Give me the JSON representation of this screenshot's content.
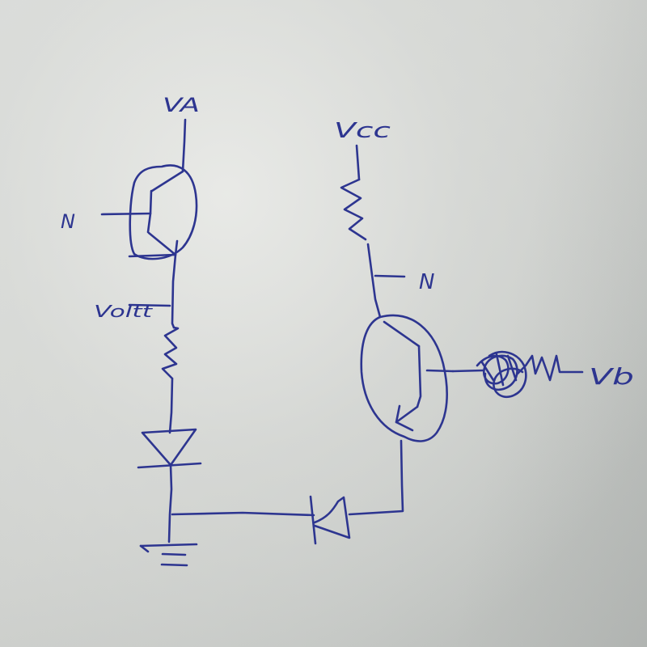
{
  "diagram": {
    "type": "hand-drawn circuit schematic",
    "ink_color": "#2d3590",
    "paper_color": "#d2d4d1",
    "labels": {
      "left_supply": "VA",
      "left_base": "N",
      "left_node": "Voltt",
      "right_supply": "Vcc",
      "right_node": "N",
      "right_output": "Vb"
    },
    "components": [
      {
        "id": "Q1",
        "kind": "npn-transistor",
        "base": "N",
        "collector": "VA",
        "emitter": "R1"
      },
      {
        "id": "R1",
        "kind": "resistor",
        "between": [
          "Q1-emitter (Voltt)",
          "D1-anode"
        ]
      },
      {
        "id": "D1",
        "kind": "diode",
        "orientation": "pointing-down",
        "between": [
          "R1",
          "ground-node"
        ]
      },
      {
        "id": "GND",
        "kind": "ground"
      },
      {
        "id": "D2",
        "kind": "diode",
        "orientation": "pointing-left",
        "between": [
          "Q2-emitter",
          "ground-node"
        ]
      },
      {
        "id": "R2",
        "kind": "resistor",
        "between": [
          "Vcc",
          "N"
        ]
      },
      {
        "id": "Q2",
        "kind": "npn-transistor",
        "collector": "N",
        "base": "R3",
        "emitter": "D2"
      },
      {
        "id": "R3",
        "kind": "resistor",
        "between": [
          "Q2-base",
          "Vb"
        ],
        "note": "scribbled over"
      }
    ]
  }
}
